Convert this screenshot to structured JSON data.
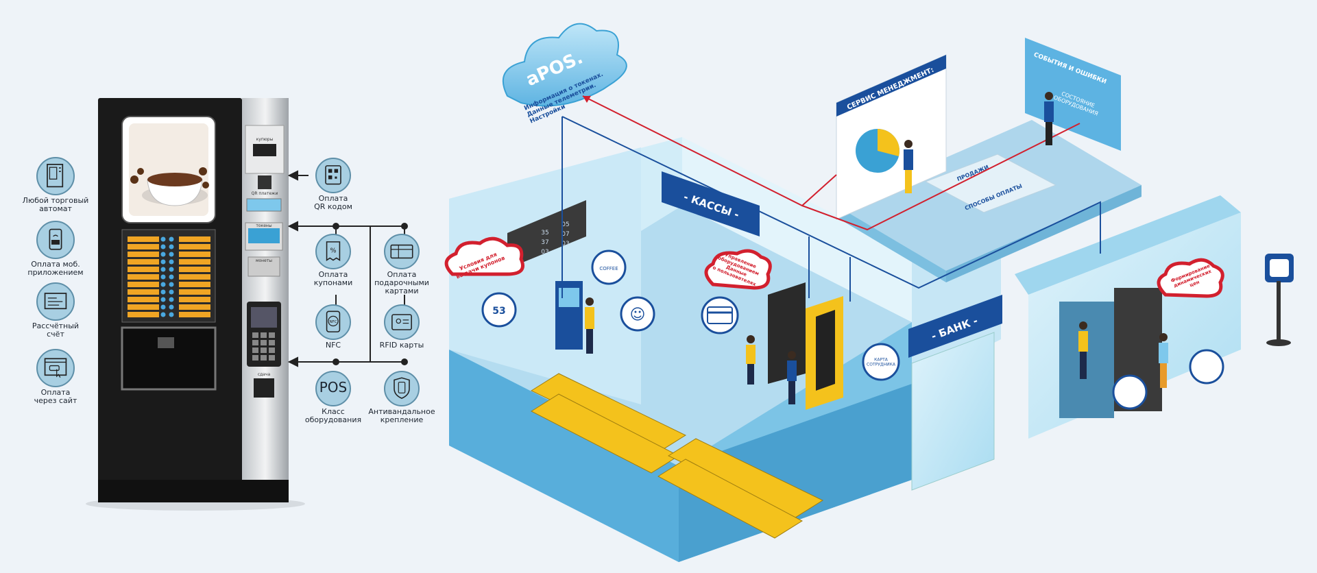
{
  "colors": {
    "accent_blue": "#1a4f9c",
    "sky": "#7ec8ec",
    "yellow": "#f4c21c",
    "red": "#d2202e",
    "bg": "#eef3f8"
  },
  "features": [
    {
      "id": "any-vending",
      "label": "Любой торговый\nавтомат",
      "icon": "vending-machine-icon"
    },
    {
      "id": "mobile-app",
      "label": "Оплата моб.\nприложением",
      "icon": "smartphone-nfc-icon"
    },
    {
      "id": "invoice",
      "label": "Рассчётный\nсчёт",
      "icon": "invoice-icon"
    },
    {
      "id": "website",
      "label": "Оплата\nчерез сайт",
      "icon": "browser-click-icon"
    }
  ],
  "payment_methods": [
    {
      "id": "qr",
      "label": "Оплата\nQR кодом",
      "icon": "qr-code-icon"
    },
    {
      "id": "coupons",
      "label": "Оплата\nкупонами",
      "icon": "coupon-icon"
    },
    {
      "id": "giftcards",
      "label": "Оплата\nподарочными\nкартами",
      "icon": "gift-card-icon"
    },
    {
      "id": "nfc",
      "label": "NFC",
      "icon": "nfc-icon"
    },
    {
      "id": "rfid",
      "label": "RFID карты",
      "icon": "rfid-card-icon"
    },
    {
      "id": "pos",
      "label": "Класс\nоборудования",
      "icon": "pos-text-icon",
      "text": "POS"
    },
    {
      "id": "antivandal",
      "label": "Антивандальное\nкрепление",
      "icon": "shield-terminal-icon"
    }
  ],
  "machine": {
    "panel_labels": [
      "купюры",
      "QR платежи",
      "токены",
      "монеты",
      "сдача"
    ]
  },
  "cloud": {
    "title": "aPOS.",
    "caption": "Информация о токенах.\nДанные телеметрии.\nНастройки"
  },
  "signs": {
    "cashier": "- КАССЫ -",
    "bank": "- БАНК -"
  },
  "boards": {
    "service": "СЕРВИС МЕНЕДЖМЕНТ:",
    "events": "СОБЫТИЯ И ОШИБКИ",
    "events_sub": "СОСТОЯНИЕ\nОБОРУДОВАНИЯ",
    "sales": "ПРОДАЖИ",
    "payment_methods": "СПОСОБЫ ОПЛАТЫ"
  },
  "clouds_red": {
    "coupons": "Условия для\nвыдачи купонов",
    "manage": "Управление\nоборудованием\nДанные\nо пользователях",
    "dynamic": "Формирование\nдинамических\nцен"
  },
  "bubbles": {
    "kiosk": "53",
    "coffee": "COFFEE",
    "smile": "☺",
    "bubble_rfid": "КАРТА\nСОТРУДНИКА"
  },
  "departure": {
    "rows": [
      [
        "35",
        "05"
      ],
      [
        "37",
        "07"
      ],
      [
        "03",
        "03"
      ]
    ]
  }
}
